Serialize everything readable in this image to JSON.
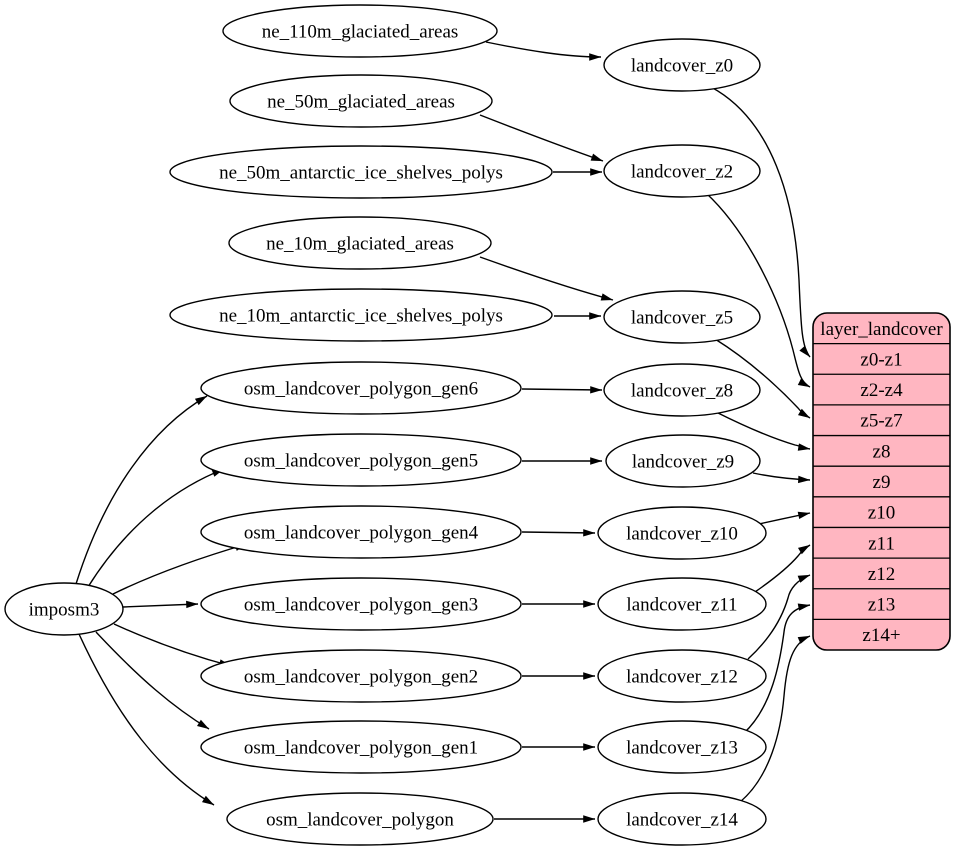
{
  "diagram": {
    "kind": "dependency-graph",
    "colors": {
      "background": "#ffffff",
      "node_fill": "#ffffff",
      "node_stroke": "#000000",
      "edge_stroke": "#000000",
      "record_fill": "#ffb6c1",
      "text": "#000000"
    },
    "nodes": [
      {
        "id": "imposm3",
        "label": "imposm3"
      },
      {
        "id": "ne_110m_glaciated_areas",
        "label": "ne_110m_glaciated_areas"
      },
      {
        "id": "ne_50m_glaciated_areas",
        "label": "ne_50m_glaciated_areas"
      },
      {
        "id": "ne_50m_antarctic_ice_shelves_polys",
        "label": "ne_50m_antarctic_ice_shelves_polys"
      },
      {
        "id": "ne_10m_glaciated_areas",
        "label": "ne_10m_glaciated_areas"
      },
      {
        "id": "ne_10m_antarctic_ice_shelves_polys",
        "label": "ne_10m_antarctic_ice_shelves_polys"
      },
      {
        "id": "osm_landcover_polygon_gen6",
        "label": "osm_landcover_polygon_gen6"
      },
      {
        "id": "osm_landcover_polygon_gen5",
        "label": "osm_landcover_polygon_gen5"
      },
      {
        "id": "osm_landcover_polygon_gen4",
        "label": "osm_landcover_polygon_gen4"
      },
      {
        "id": "osm_landcover_polygon_gen3",
        "label": "osm_landcover_polygon_gen3"
      },
      {
        "id": "osm_landcover_polygon_gen2",
        "label": "osm_landcover_polygon_gen2"
      },
      {
        "id": "osm_landcover_polygon_gen1",
        "label": "osm_landcover_polygon_gen1"
      },
      {
        "id": "osm_landcover_polygon",
        "label": "osm_landcover_polygon"
      },
      {
        "id": "landcover_z0",
        "label": "landcover_z0"
      },
      {
        "id": "landcover_z2",
        "label": "landcover_z2"
      },
      {
        "id": "landcover_z5",
        "label": "landcover_z5"
      },
      {
        "id": "landcover_z8",
        "label": "landcover_z8"
      },
      {
        "id": "landcover_z9",
        "label": "landcover_z9"
      },
      {
        "id": "landcover_z10",
        "label": "landcover_z10"
      },
      {
        "id": "landcover_z11",
        "label": "landcover_z11"
      },
      {
        "id": "landcover_z12",
        "label": "landcover_z12"
      },
      {
        "id": "landcover_z13",
        "label": "landcover_z13"
      },
      {
        "id": "landcover_z14",
        "label": "landcover_z14"
      }
    ],
    "record": {
      "id": "layer_landcover",
      "title": "layer_landcover",
      "rows": [
        "z0-z1",
        "z2-z4",
        "z5-z7",
        "z8",
        "z9",
        "z10",
        "z11",
        "z12",
        "z13",
        "z14+"
      ]
    },
    "edges": [
      {
        "from": "ne_110m_glaciated_areas",
        "to": "landcover_z0"
      },
      {
        "from": "ne_50m_glaciated_areas",
        "to": "landcover_z2"
      },
      {
        "from": "ne_50m_antarctic_ice_shelves_polys",
        "to": "landcover_z2"
      },
      {
        "from": "ne_10m_glaciated_areas",
        "to": "landcover_z5"
      },
      {
        "from": "ne_10m_antarctic_ice_shelves_polys",
        "to": "landcover_z5"
      },
      {
        "from": "imposm3",
        "to": "osm_landcover_polygon_gen6"
      },
      {
        "from": "imposm3",
        "to": "osm_landcover_polygon_gen5"
      },
      {
        "from": "imposm3",
        "to": "osm_landcover_polygon_gen4"
      },
      {
        "from": "imposm3",
        "to": "osm_landcover_polygon_gen3"
      },
      {
        "from": "imposm3",
        "to": "osm_landcover_polygon_gen2"
      },
      {
        "from": "imposm3",
        "to": "osm_landcover_polygon_gen1"
      },
      {
        "from": "imposm3",
        "to": "osm_landcover_polygon"
      },
      {
        "from": "osm_landcover_polygon_gen6",
        "to": "landcover_z8"
      },
      {
        "from": "osm_landcover_polygon_gen5",
        "to": "landcover_z9"
      },
      {
        "from": "osm_landcover_polygon_gen4",
        "to": "landcover_z10"
      },
      {
        "from": "osm_landcover_polygon_gen3",
        "to": "landcover_z11"
      },
      {
        "from": "osm_landcover_polygon_gen2",
        "to": "landcover_z12"
      },
      {
        "from": "osm_landcover_polygon_gen1",
        "to": "landcover_z13"
      },
      {
        "from": "osm_landcover_polygon",
        "to": "landcover_z14"
      },
      {
        "from": "landcover_z0",
        "to": "layer_landcover:z0-z1"
      },
      {
        "from": "landcover_z2",
        "to": "layer_landcover:z2-z4"
      },
      {
        "from": "landcover_z5",
        "to": "layer_landcover:z5-z7"
      },
      {
        "from": "landcover_z8",
        "to": "layer_landcover:z8"
      },
      {
        "from": "landcover_z9",
        "to": "layer_landcover:z9"
      },
      {
        "from": "landcover_z10",
        "to": "layer_landcover:z10"
      },
      {
        "from": "landcover_z11",
        "to": "layer_landcover:z11"
      },
      {
        "from": "landcover_z12",
        "to": "layer_landcover:z12"
      },
      {
        "from": "landcover_z13",
        "to": "layer_landcover:z13"
      },
      {
        "from": "landcover_z14",
        "to": "layer_landcover:z14+"
      }
    ]
  }
}
